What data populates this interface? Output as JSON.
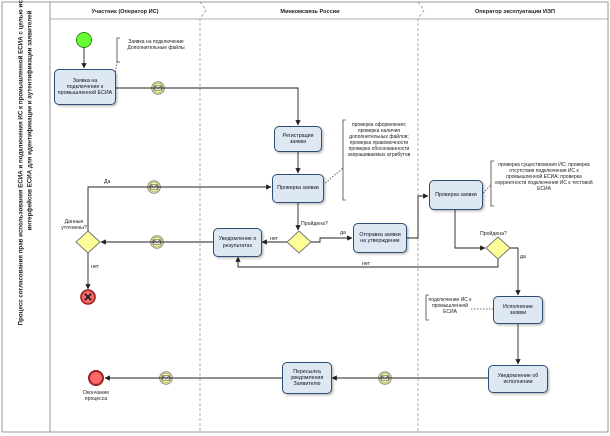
{
  "pool": {
    "title": "Процесс согласования прав использования ЕСИА и подключения ИС к промышленной ЕСИА с целью использования программных интерфейсов ЕСИА для идентификации и аутентификации заявителей"
  },
  "lanes": [
    {
      "title": "Участник (Оператор ИС)"
    },
    {
      "title": "Минкомсвязь России"
    },
    {
      "title": "Оператор эксплуатации ИЭП"
    }
  ],
  "tasks": {
    "application": "Заявка на подключение к промышленной ЕСИА",
    "registration": "Регистрация заявки",
    "check_ministry": "Проверка заявки",
    "notify": "Уведомление о результатах",
    "send_approval": "Отправка заявки на утверждение",
    "check_operator": "Проверка заявки",
    "execute": "Исполнение заявки",
    "notify_done": "Уведомление об исполнении",
    "forward": "Пересылка уведомления Заявителю"
  },
  "notes": {
    "application_files": "Заявка на подключение Дополнительные файлы",
    "ministry_checks": "проверка оформления; проверка наличия дополнительных файлов; проверка правомочности проверка обоснованности запрашиваемых атрибутов",
    "operator_checks": "проверка существования ИС; проверка отсутствия подключения ИС к промышленной ЕСИА; проверка корректности подключения ИС к тестовой ЕСИА",
    "connection": "подключение ИС к промышленной ЕСИА"
  },
  "gateways": {
    "data_clarified": "Данные уточнены?",
    "passed_ministry": "Пройдена?",
    "passed_operator": "Пройдена?"
  },
  "flow_labels": {
    "yes": "Да",
    "no": "нет",
    "yes_lower": "да",
    "no_lower": "нет"
  },
  "events": {
    "end": "Окончание процесса"
  },
  "colors": {
    "task_fill": "#dde8f2",
    "task_border": "#2e4f73",
    "start_fill": "#66ff33",
    "end_fill": "#ff6666",
    "gateway_fill": "#ffff99",
    "message_fill": "#ffff99"
  }
}
